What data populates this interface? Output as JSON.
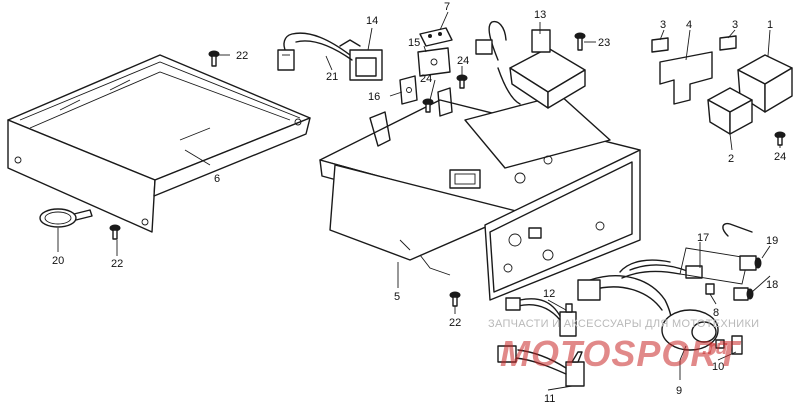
{
  "diagram": {
    "callouts": {
      "p1": "1",
      "p2": "2",
      "p3a": "3",
      "p3b": "3",
      "p4": "4",
      "p5": "5",
      "p6": "6",
      "p7": "7",
      "p8": "8",
      "p9": "9",
      "p10": "10",
      "p11": "11",
      "p12": "12",
      "p13": "13",
      "p14": "14",
      "p15": "15",
      "p16": "16",
      "p17": "17",
      "p18": "18",
      "p19": "19",
      "p20": "20",
      "p21": "21",
      "p22a": "22",
      "p22b": "22",
      "p22c": "22",
      "p23": "23",
      "p24a": "24",
      "p24b": "24",
      "p24c": "24"
    }
  },
  "watermark": {
    "line1": "ЗАПЧАСТИ И АКСЕССУАРЫ ДЛЯ МОТОТЕХНИКИ",
    "logo": "MOTOSPORT",
    "domain": ".ru",
    "color": "#c82828"
  }
}
